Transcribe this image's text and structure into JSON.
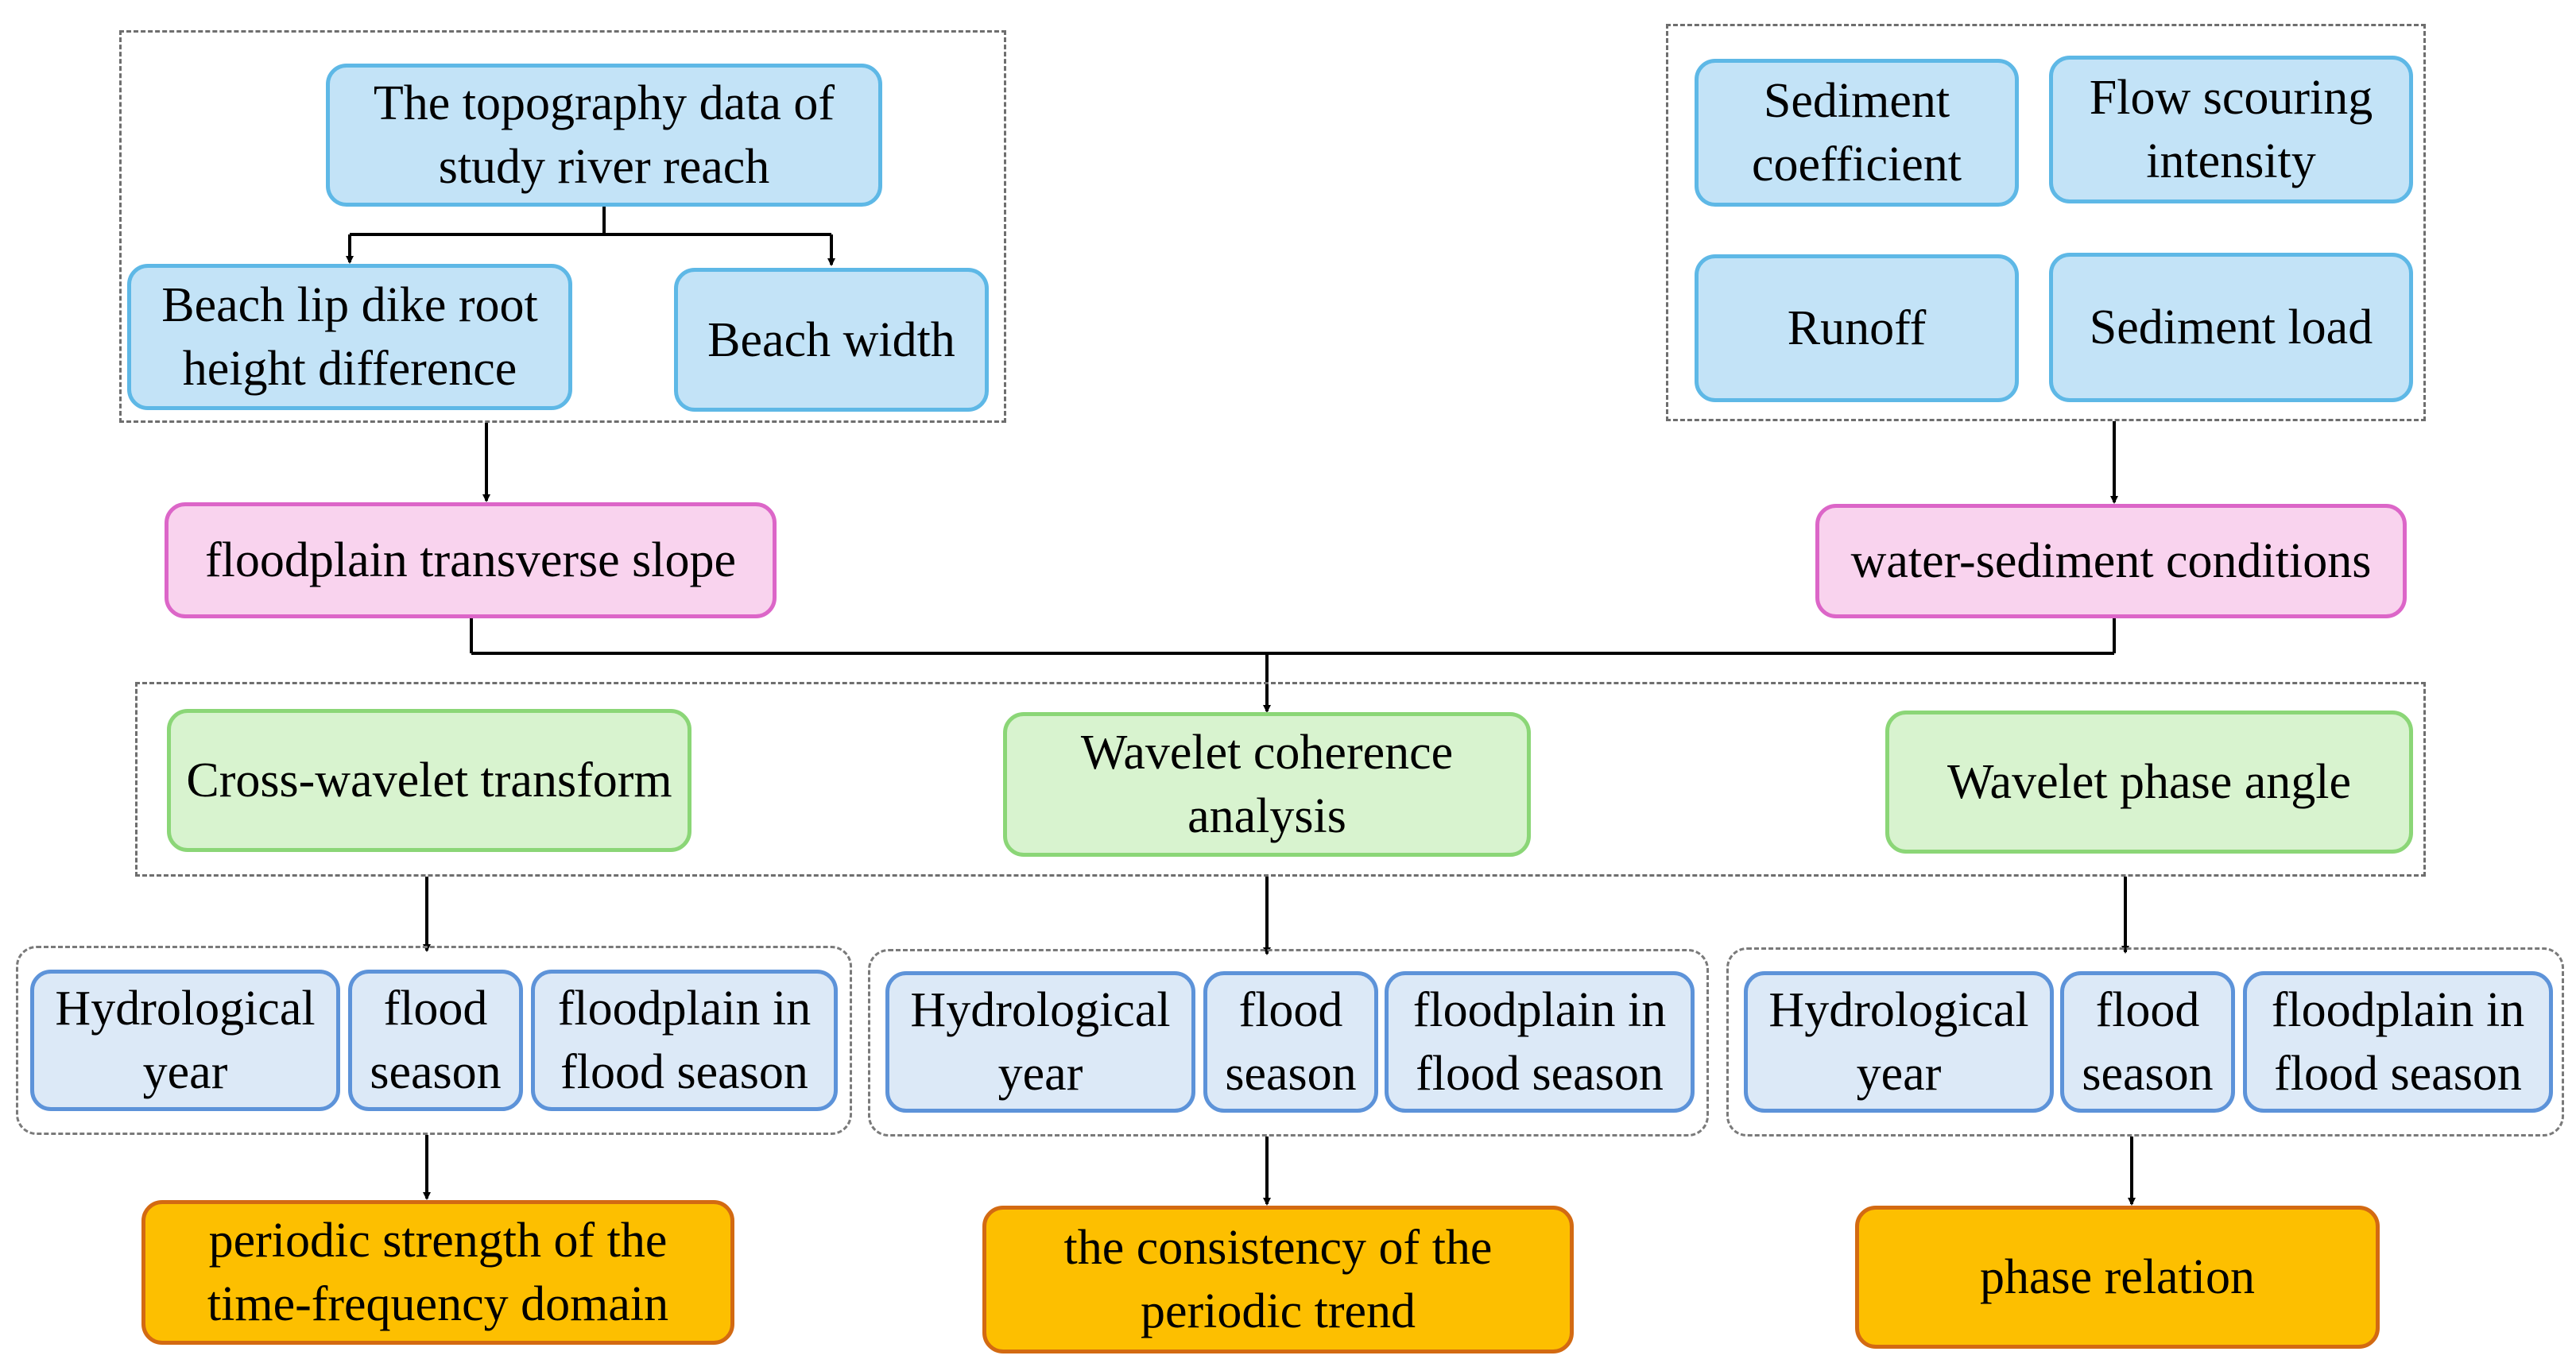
{
  "topography": {
    "source": "The topography data of study river reach",
    "lip_dike_difference": "Beach lip dike root height difference",
    "beach_width": "Beach width"
  },
  "water_sediment": {
    "sediment_coefficient": "Sediment coefficient",
    "flow_scouring": "Flow scouring intensity",
    "runoff": "Runoff",
    "sediment_load": "Sediment load"
  },
  "factors": {
    "floodplain_slope": "floodplain transverse slope",
    "conditions": "water-sediment conditions"
  },
  "methods": [
    {
      "label": "Cross-wavelet transform"
    },
    {
      "label": "Wavelet coherence analysis"
    },
    {
      "label": "Wavelet phase angle"
    }
  ],
  "periods": [
    {
      "hydrological_year": "Hydrological year",
      "flood_season": "flood season",
      "floodplain_flood_season": "floodplain in flood season"
    },
    {
      "hydrological_year": "Hydrological year",
      "flood_season": "flood season",
      "floodplain_flood_season": "floodplain in flood season"
    },
    {
      "hydrological_year": "Hydrological year",
      "flood_season": "flood season",
      "floodplain_flood_season": "floodplain in flood season"
    }
  ],
  "results": [
    {
      "label": "periodic strength of the time-frequency domain"
    },
    {
      "label": "the consistency of the periodic trend"
    },
    {
      "label": "phase relation"
    }
  ],
  "colors": {
    "input_fill": "#c3e3f7",
    "input_border": "#5eb8e6",
    "factor_fill": "#f9d3ee",
    "factor_border": "#dc66c8",
    "method_fill": "#d8f3cf",
    "method_border": "#8bd677",
    "period_fill": "#dce9f7",
    "period_border": "#5d93d9",
    "result_fill": "#fdbf00",
    "result_border": "#d36a12",
    "connector": "#000000"
  }
}
